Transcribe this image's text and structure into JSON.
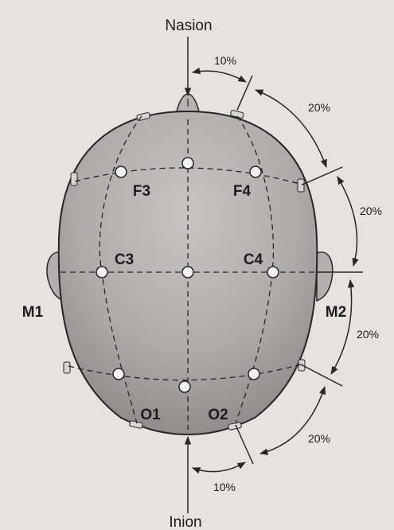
{
  "landmarks": {
    "top": "Nasion",
    "bottom": "Inion"
  },
  "electrodes": {
    "f3": "F3",
    "f4": "F4",
    "c3": "C3",
    "c4": "C4",
    "o1": "O1",
    "o2": "O2",
    "m1": "M1",
    "m2": "M2"
  },
  "intervals": {
    "top_10": "10%",
    "upper_20": "20%",
    "mid_20": "20%",
    "lower_20": "20%",
    "bottom_20": "20%",
    "bottom_10": "10%"
  },
  "colors": {
    "background": "#e6e3df",
    "head_fill": "#a9a6a3",
    "outline": "#262626",
    "electrode_fill": "#f4f2ef"
  }
}
